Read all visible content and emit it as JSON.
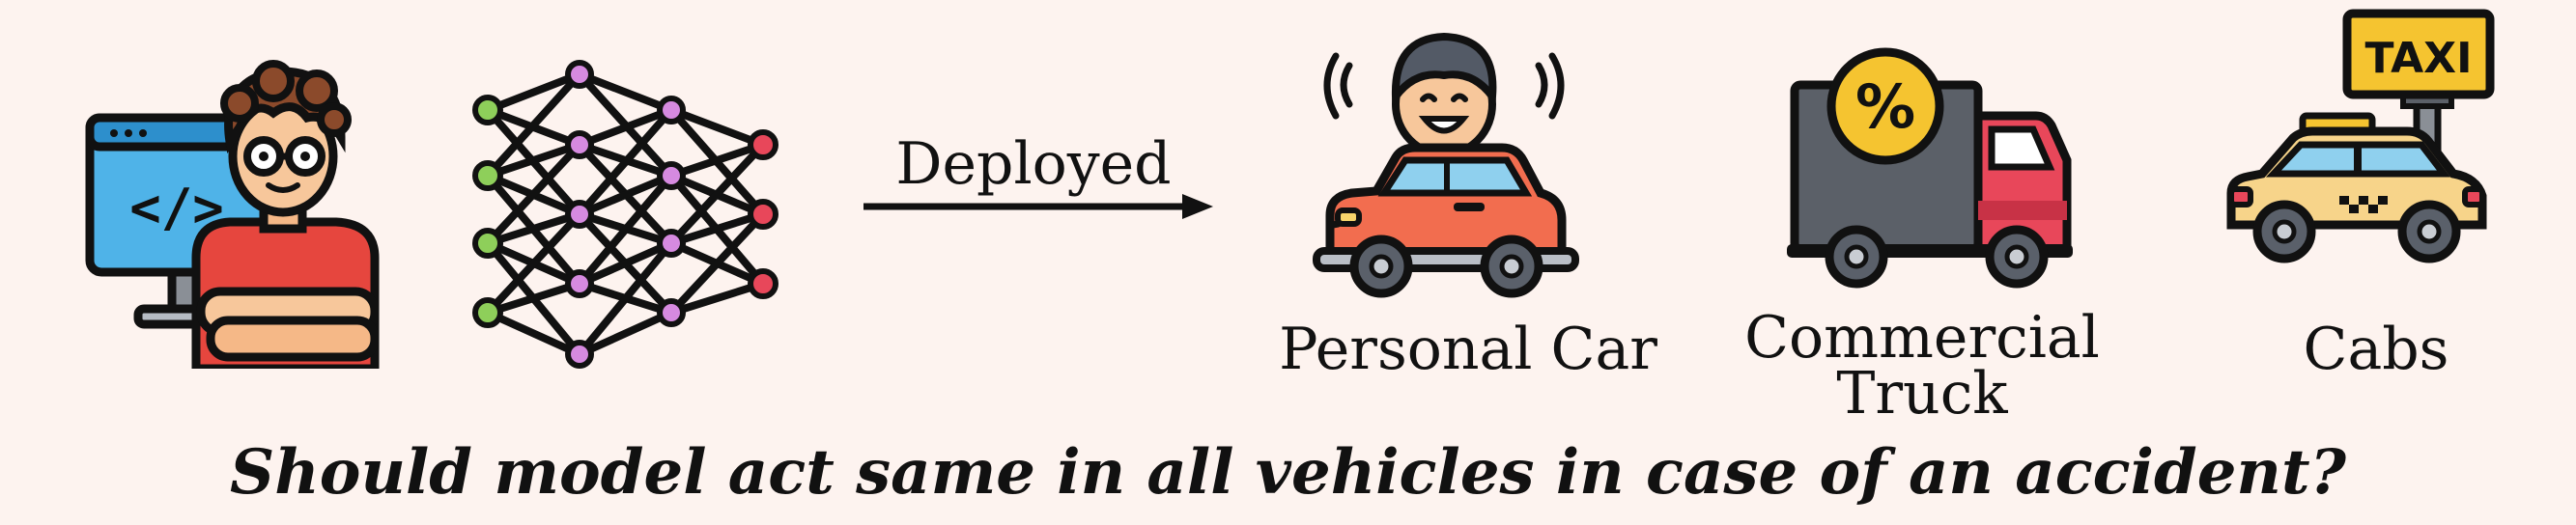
{
  "arrow_label": "Deployed",
  "vehicles": [
    {
      "label_lines": [
        "Personal Car"
      ]
    },
    {
      "label_lines": [
        "Commercial",
        "Truck"
      ]
    },
    {
      "label_lines": [
        "Cabs"
      ]
    }
  ],
  "taxi_sign": "TAXI",
  "truck_badge": "%",
  "code_glyph": "</>",
  "question": "Should model act same in all vehicles in case of an accident?"
}
